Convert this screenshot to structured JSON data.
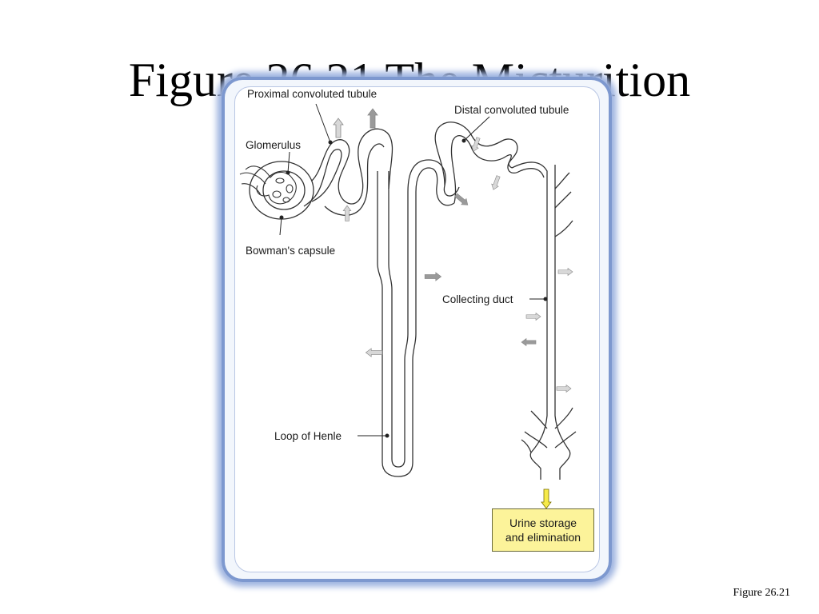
{
  "slide": {
    "title": "Figure 26.21 The Micturition",
    "caption": "Figure 26.21"
  },
  "diagram": {
    "labels": {
      "proximal": "Proximal convoluted tubule",
      "glomerulus": "Glomerulus",
      "bowmans": "Bowman's capsule",
      "distal": "Distal convoluted tubule",
      "collecting": "Collecting duct",
      "henle": "Loop of Henle"
    },
    "urine_box": {
      "line1": "Urine storage",
      "line2": "and elimination"
    }
  },
  "colors": {
    "panel_border": "#7d98cf",
    "arrow_light": "#d8d8d8",
    "arrow_dark": "#9a9a9a",
    "arrow_yellow": "#f6ea4a",
    "urine_box_fill": "#fcf39a"
  }
}
